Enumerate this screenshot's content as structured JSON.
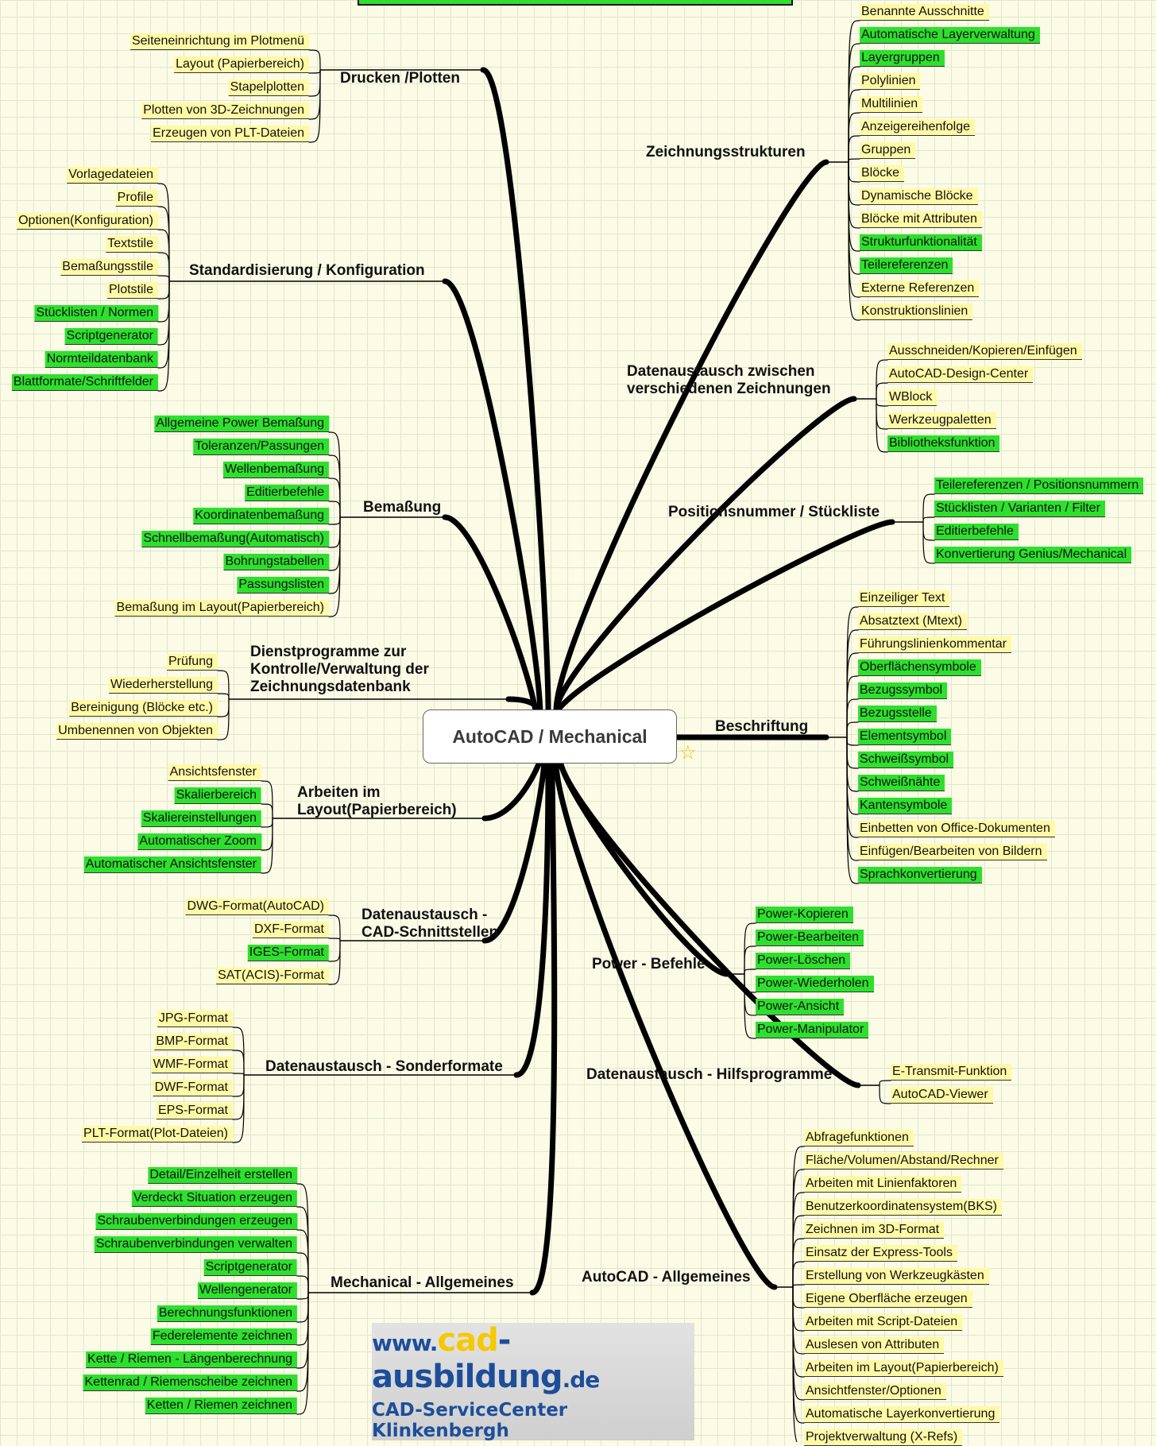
{
  "root": "AutoCAD / Mechanical",
  "logo": {
    "www": "www.",
    "cad": "cad",
    "ausbildung": "-ausbildung",
    "tld": ".de",
    "subtitle": "CAD-ServiceCenter Klinkenbergh"
  },
  "colors": {
    "yellow": "#fff9a6",
    "green": "#2de02d",
    "line": "#000000"
  },
  "icons": {
    "star": "star-icon"
  },
  "branches": [
    {
      "id": "drucken",
      "label": "Drucken /Plotten",
      "side": "left",
      "items": [
        {
          "t": "Seiteneinrichtung im Plotmenü",
          "c": "y"
        },
        {
          "t": "Layout (Papierbereich)",
          "c": "y"
        },
        {
          "t": "Stapelplotten",
          "c": "y"
        },
        {
          "t": "Plotten von 3D-Zeichnungen",
          "c": "y"
        },
        {
          "t": "Erzeugen von PLT-Dateien",
          "c": "y"
        }
      ]
    },
    {
      "id": "standard",
      "label": "Standardisierung / Konfiguration",
      "side": "left",
      "items": [
        {
          "t": "Vorlagedateien",
          "c": "y"
        },
        {
          "t": "Profile",
          "c": "y"
        },
        {
          "t": "Optionen(Konfiguration)",
          "c": "y"
        },
        {
          "t": "Textstile",
          "c": "y"
        },
        {
          "t": "Bemaßungsstile",
          "c": "y"
        },
        {
          "t": "Plotstile",
          "c": "y"
        },
        {
          "t": "Stücklisten / Normen",
          "c": "g"
        },
        {
          "t": "Scriptgenerator",
          "c": "g"
        },
        {
          "t": "Normteildatenbank",
          "c": "g"
        },
        {
          "t": "Blattformate/Schriftfelder",
          "c": "g"
        }
      ]
    },
    {
      "id": "bemassung",
      "label": "Bemaßung",
      "side": "left",
      "items": [
        {
          "t": "Allgemeine Power Bemaßung",
          "c": "g"
        },
        {
          "t": "Toleranzen/Passungen",
          "c": "g"
        },
        {
          "t": "Wellenbemaßung",
          "c": "g"
        },
        {
          "t": "Editierbefehle",
          "c": "g"
        },
        {
          "t": "Koordinatenbemaßung",
          "c": "g"
        },
        {
          "t": "Schnellbemaßung(Automatisch)",
          "c": "g"
        },
        {
          "t": "Bohrungstabellen",
          "c": "g"
        },
        {
          "t": "Passungslisten",
          "c": "g"
        },
        {
          "t": "Bemaßung im Layout(Papierbereich)",
          "c": "y"
        }
      ]
    },
    {
      "id": "dienst",
      "label": "Dienstprogramme zur Kontrolle/Verwaltung der Zeichnungsdatenbank",
      "label_lines": [
        "Dienstprogramme zur",
        "Kontrolle/Verwaltung der",
        "Zeichnungsdatenbank"
      ],
      "side": "left",
      "items": [
        {
          "t": "Prüfung",
          "c": "y"
        },
        {
          "t": "Wiederherstellung",
          "c": "y"
        },
        {
          "t": "Bereinigung (Blöcke etc.)",
          "c": "y"
        },
        {
          "t": "Umbenennen von Objekten",
          "c": "y"
        }
      ]
    },
    {
      "id": "layout",
      "label": "Arbeiten im Layout(Papierbereich)",
      "label_lines": [
        "Arbeiten im",
        "Layout(Papierbereich)"
      ],
      "side": "left",
      "items": [
        {
          "t": "Ansichtsfenster",
          "c": "y"
        },
        {
          "t": "Skalierbereich",
          "c": "g"
        },
        {
          "t": "Skaliereinstellungen",
          "c": "g"
        },
        {
          "t": "Automatischer Zoom",
          "c": "g"
        },
        {
          "t": "Automatischer Ansichtsfenster",
          "c": "g"
        }
      ]
    },
    {
      "id": "cadschnitt",
      "label": "Datenaustausch - CAD-Schnittstellen",
      "label_lines": [
        "Datenaustausch -",
        "CAD-Schnittstellen"
      ],
      "side": "left",
      "items": [
        {
          "t": "DWG-Format(AutoCAD)",
          "c": "y"
        },
        {
          "t": "DXF-Format",
          "c": "y"
        },
        {
          "t": "IGES-Format",
          "c": "g"
        },
        {
          "t": "SAT(ACIS)-Format",
          "c": "y"
        }
      ]
    },
    {
      "id": "sonder",
      "label": "Datenaustausch - Sonderformate",
      "side": "left",
      "items": [
        {
          "t": "JPG-Format",
          "c": "y"
        },
        {
          "t": "BMP-Format",
          "c": "y"
        },
        {
          "t": "WMF-Format",
          "c": "y"
        },
        {
          "t": "DWF-Format",
          "c": "y"
        },
        {
          "t": "EPS-Format",
          "c": "y"
        },
        {
          "t": "PLT-Format(Plot-Dateien)",
          "c": "y"
        }
      ]
    },
    {
      "id": "mechanical",
      "label": "Mechanical - Allgemeines",
      "side": "left",
      "items": [
        {
          "t": "Detail/Einzelheit erstellen",
          "c": "g"
        },
        {
          "t": "Verdeckt Situation erzeugen",
          "c": "g"
        },
        {
          "t": "Schraubenverbindungen erzeugen",
          "c": "g"
        },
        {
          "t": "Schraubenverbindungen verwalten",
          "c": "g"
        },
        {
          "t": "Scriptgenerator",
          "c": "g"
        },
        {
          "t": "Wellengenerator",
          "c": "g"
        },
        {
          "t": "Berechnungsfunktionen",
          "c": "g"
        },
        {
          "t": "Federelemente zeichnen",
          "c": "g"
        },
        {
          "t": "Kette / Riemen - Längenberechnung",
          "c": "g"
        },
        {
          "t": "Kettenrad / Riemenscheibe zeichnen",
          "c": "g"
        },
        {
          "t": "Ketten / Riemen zeichnen",
          "c": "g"
        }
      ]
    },
    {
      "id": "zeichnung",
      "label": "Zeichnungsstrukturen",
      "side": "right",
      "items": [
        {
          "t": "Benannte Ausschnitte",
          "c": "y"
        },
        {
          "t": "Automatische Layerverwaltung",
          "c": "g"
        },
        {
          "t": "Layergruppen",
          "c": "g"
        },
        {
          "t": "Polylinien",
          "c": "y"
        },
        {
          "t": "Multilinien",
          "c": "y"
        },
        {
          "t": "Anzeigereihenfolge",
          "c": "y"
        },
        {
          "t": "Gruppen",
          "c": "y"
        },
        {
          "t": "Blöcke",
          "c": "y"
        },
        {
          "t": "Dynamische Blöcke",
          "c": "y"
        },
        {
          "t": "Blöcke mit Attributen",
          "c": "y"
        },
        {
          "t": "Strukturfunktionalität",
          "c": "g"
        },
        {
          "t": "Teilereferenzen",
          "c": "g"
        },
        {
          "t": "Externe Referenzen",
          "c": "y"
        },
        {
          "t": "Konstruktionslinien",
          "c": "y"
        }
      ]
    },
    {
      "id": "datenzwischen",
      "label": "Datenaustausch zwischen verschiedenen Zeichnungen",
      "label_lines": [
        "Datenaustausch zwischen",
        "verschiedenen Zeichnungen"
      ],
      "side": "right",
      "items": [
        {
          "t": "Ausschneiden/Kopieren/Einfügen",
          "c": "y"
        },
        {
          "t": "AutoCAD-Design-Center",
          "c": "y"
        },
        {
          "t": "WBlock",
          "c": "y"
        },
        {
          "t": "Werkzeugpaletten",
          "c": "y"
        },
        {
          "t": "Bibliotheksfunktion",
          "c": "g"
        }
      ]
    },
    {
      "id": "position",
      "label": "Positionsnummer / Stückliste",
      "side": "right",
      "items": [
        {
          "t": "Teilereferenzen / Positionsnummern",
          "c": "g"
        },
        {
          "t": "Stücklisten / Varianten / Filter",
          "c": "g"
        },
        {
          "t": "Editierbefehle",
          "c": "g"
        },
        {
          "t": "Konvertierung Genius/Mechanical",
          "c": "g"
        }
      ]
    },
    {
      "id": "beschriftung",
      "label": "Beschriftung",
      "side": "right",
      "items": [
        {
          "t": "Einzeiliger Text",
          "c": "y"
        },
        {
          "t": "Absatztext (Mtext)",
          "c": "y"
        },
        {
          "t": "Führungslinienkommentar",
          "c": "y"
        },
        {
          "t": "Oberflächensymbole",
          "c": "g"
        },
        {
          "t": "Bezugssymbol",
          "c": "g"
        },
        {
          "t": "Bezugsstelle",
          "c": "g"
        },
        {
          "t": "Elementsymbol",
          "c": "g"
        },
        {
          "t": "Schweißsymbol",
          "c": "g"
        },
        {
          "t": "Schweißnähte",
          "c": "g"
        },
        {
          "t": "Kantensymbole",
          "c": "g"
        },
        {
          "t": "Einbetten von Office-Dokumenten",
          "c": "y"
        },
        {
          "t": "Einfügen/Bearbeiten von Bildern",
          "c": "y"
        },
        {
          "t": "Sprachkonvertierung",
          "c": "g"
        }
      ]
    },
    {
      "id": "power",
      "label": "Power - Befehle",
      "side": "right",
      "items": [
        {
          "t": "Power-Kopieren",
          "c": "g"
        },
        {
          "t": "Power-Bearbeiten",
          "c": "g"
        },
        {
          "t": "Power-Löschen",
          "c": "g"
        },
        {
          "t": "Power-Wiederholen",
          "c": "g"
        },
        {
          "t": "Power-Ansicht",
          "c": "g"
        },
        {
          "t": "Power-Manipulator",
          "c": "g"
        }
      ]
    },
    {
      "id": "hilfs",
      "label": "Datenaustausch - Hilfsprogramme",
      "side": "right",
      "items": [
        {
          "t": "E-Transmit-Funktion",
          "c": "y"
        },
        {
          "t": "AutoCAD-Viewer",
          "c": "y"
        }
      ]
    },
    {
      "id": "autocad",
      "label": "AutoCAD - Allgemeines",
      "side": "right",
      "items": [
        {
          "t": "Abfragefunktionen",
          "c": "y"
        },
        {
          "t": "Fläche/Volumen/Abstand/Rechner",
          "c": "y"
        },
        {
          "t": "Arbeiten mit Linienfaktoren",
          "c": "y"
        },
        {
          "t": "Benutzerkoordinatensystem(BKS)",
          "c": "y"
        },
        {
          "t": "Zeichnen im 3D-Format",
          "c": "y"
        },
        {
          "t": "Einsatz der Express-Tools",
          "c": "y"
        },
        {
          "t": "Erstellung von Werkzeugkästen",
          "c": "y"
        },
        {
          "t": "Eigene Oberfläche erzeugen",
          "c": "y"
        },
        {
          "t": "Arbeiten mit Script-Dateien",
          "c": "y"
        },
        {
          "t": "Auslesen von Attributen",
          "c": "y"
        },
        {
          "t": "Arbeiten im Layout(Papierbereich)",
          "c": "y"
        },
        {
          "t": "Ansichtfenster/Optionen",
          "c": "y"
        },
        {
          "t": "Automatische Layerkonvertierung",
          "c": "y"
        },
        {
          "t": "Projektverwaltung (X-Refs)",
          "c": "y"
        }
      ]
    }
  ]
}
